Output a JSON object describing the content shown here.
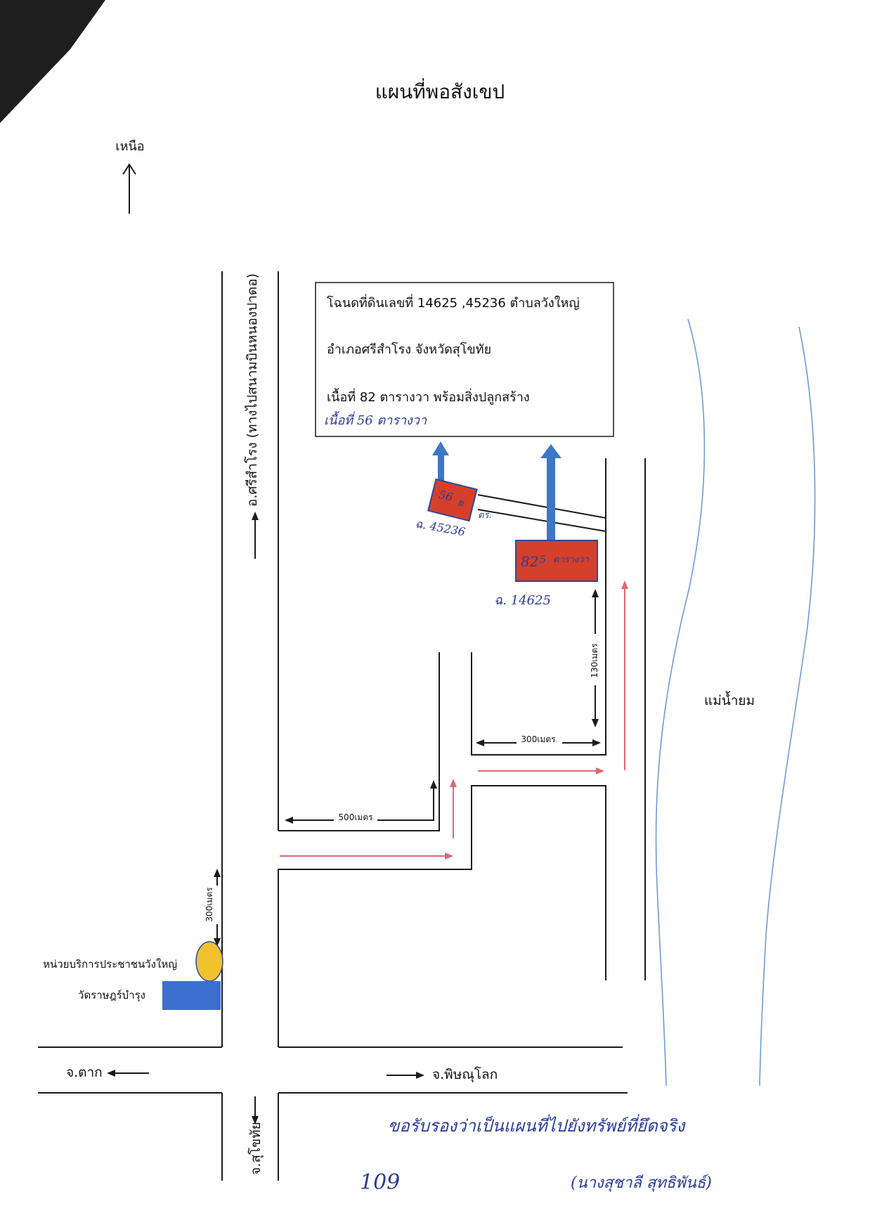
{
  "title": "แผนที่พอสังเขป",
  "compass": {
    "label": "เหนือ",
    "icon": "north-arrow-icon"
  },
  "info_box": {
    "line1": "โฉนดที่ดินเลขที่ 14625 ,45236 ตำบลวังใหญ่",
    "line2": "อำเภอศรีสำโรง จังหวัดสุโขทัย",
    "line3": "เนื้อที่ 82 ตารางวา พร้อมสิ่งปลูกสร้าง",
    "handwritten": "เนื้อที่ 56 ตารางวา"
  },
  "roads": {
    "vertical_main": "อ.ศรีสำโรง (ทางไปสนามบินหนองปาดอ)",
    "to_tak": "จ.ตาก",
    "to_phitsanulok": "จ.พิษณุโลก",
    "to_sukhothai": "จ.สุโขทัย"
  },
  "river": "แม่น้ำยม",
  "distances": {
    "d500": "500เมตร",
    "d300_bottom": "300เมตร",
    "d300_left": "300เมตร",
    "d130": "130เมตร"
  },
  "landmarks": {
    "service_unit": "หน่วยบริการประชาชนวังใหญ่",
    "temple": "วัดราษฎร์บำรุง"
  },
  "parcels": [
    {
      "area_label": "56",
      "fraction": "ย",
      "unit_note": "ตร.",
      "deed_label": "ฉ. 45236"
    },
    {
      "area_label": "82",
      "fraction": "5",
      "unit_note": "ตารางวา",
      "deed_label": "ฉ. 14625"
    }
  ],
  "handwriting": {
    "certification": "ขอรับรองว่าเป็นแผนที่ไปยังทรัพย์ที่ยึดจริง",
    "signature_name": "(นางสุชาลี สุทธิพันธ์)",
    "page_number": "109"
  },
  "colors": {
    "road": "#1a1a1a",
    "route_arrow": "#d96a78",
    "parcel_fill": "#d6402a",
    "parcel_border": "#2d4a9a",
    "pointer_arrow": "#3d77c6",
    "river_line": "#6f9bd6",
    "landmark_circle": "#f2c12e",
    "landmark_rect": "#3b6fd0",
    "handwriting_ink": "#2b3a9a"
  }
}
